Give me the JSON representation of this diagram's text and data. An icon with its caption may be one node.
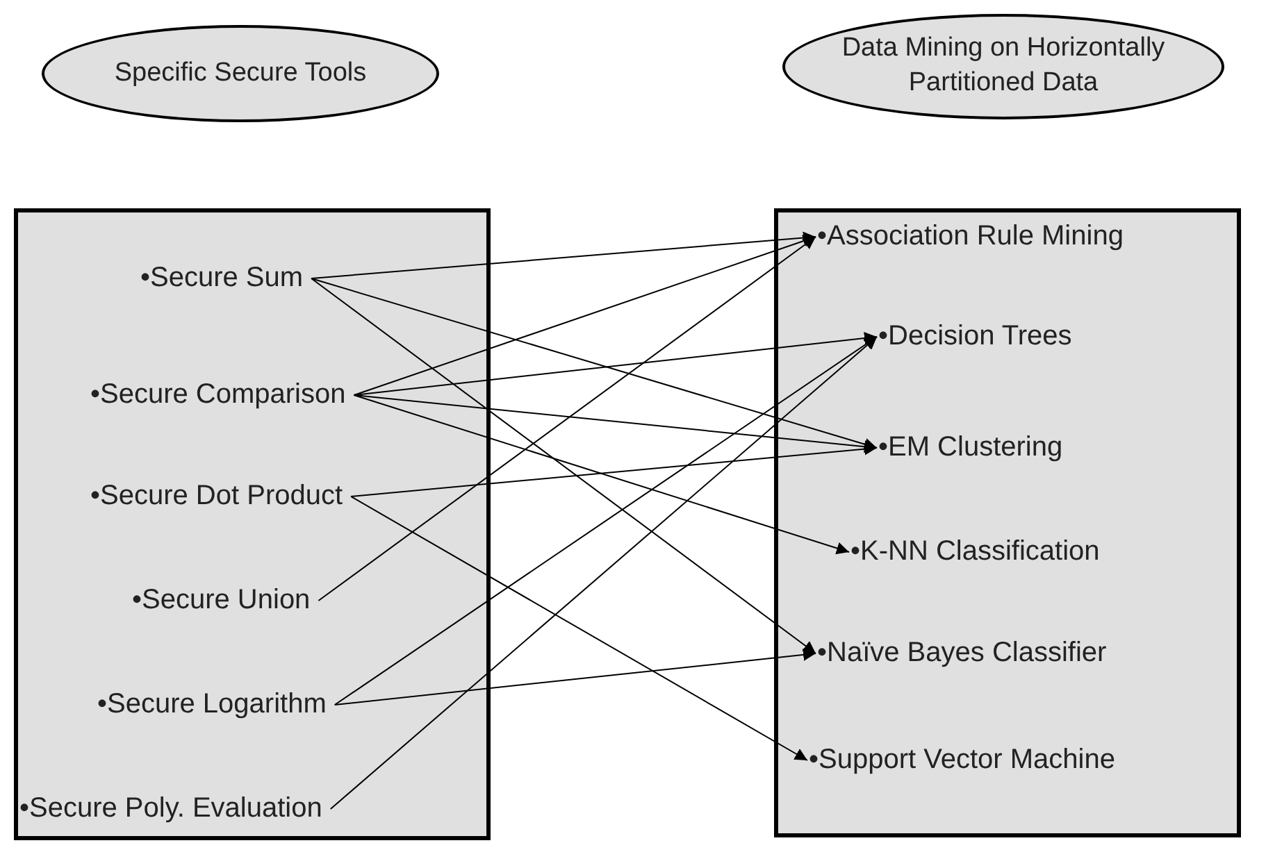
{
  "diagram": {
    "nodes": [
      {
        "text": [
          "Specific Secure Tools"
        ]
      },
      {
        "text": [
          "Data Mining on Horizontally Partitioned Data"
        ]
      },
      {
        "text": [],
        "shape": "box"
      },
      {
        "text": [
          "•Secure Sum"
        ],
        "in": 2
      },
      {
        "text": [
          "•Secure Comparison"
        ],
        "in": 2
      },
      {
        "text": [
          "•Secure Dot Product"
        ],
        "in": 2
      },
      {
        "text": [
          "•Secure Union"
        ],
        "in": 2
      },
      {
        "text": [
          "•Secure Logarithm"
        ],
        "in": 2
      },
      {
        "text": [
          "•Secure Poly. Evaluation"
        ],
        "in": 2
      },
      {
        "text": [],
        "shape": "box"
      },
      {
        "text": [
          "•Association Rule Mining"
        ],
        "in": 9
      },
      {
        "text": [
          "•Decision Trees"
        ],
        "in": 9
      },
      {
        "text": [
          "•EM Clustering"
        ],
        "in": 9
      },
      {
        "text": [
          "•K-NN Classification"
        ],
        "in": 9
      },
      {
        "text": [
          "•Naïve Bayes Classifier"
        ],
        "in": 9
      },
      {
        "text": [
          "•Support Vector Machine"
        ],
        "in": 9
      }
    ],
    "edges": [
      {
        "from": 3,
        "to": 10,
        "arrow": "to"
      },
      {
        "from": 3,
        "to": 12,
        "arrow": "to"
      },
      {
        "from": 3,
        "to": 14,
        "arrow": "to"
      },
      {
        "from": 4,
        "to": 10,
        "arrow": "to"
      },
      {
        "from": 4,
        "to": 11,
        "arrow": "to"
      },
      {
        "from": 4,
        "to": 12,
        "arrow": "to"
      },
      {
        "from": 4,
        "to": 13,
        "arrow": "to"
      },
      {
        "from": 5,
        "to": 12,
        "arrow": "to"
      },
      {
        "from": 5,
        "to": 15,
        "arrow": "to"
      },
      {
        "from": 6,
        "to": 10,
        "arrow": "to"
      },
      {
        "from": 7,
        "to": 11,
        "arrow": "to"
      },
      {
        "from": 7,
        "to": 14,
        "arrow": "to"
      },
      {
        "from": 8,
        "to": 11,
        "arrow": "to"
      }
    ]
  }
}
